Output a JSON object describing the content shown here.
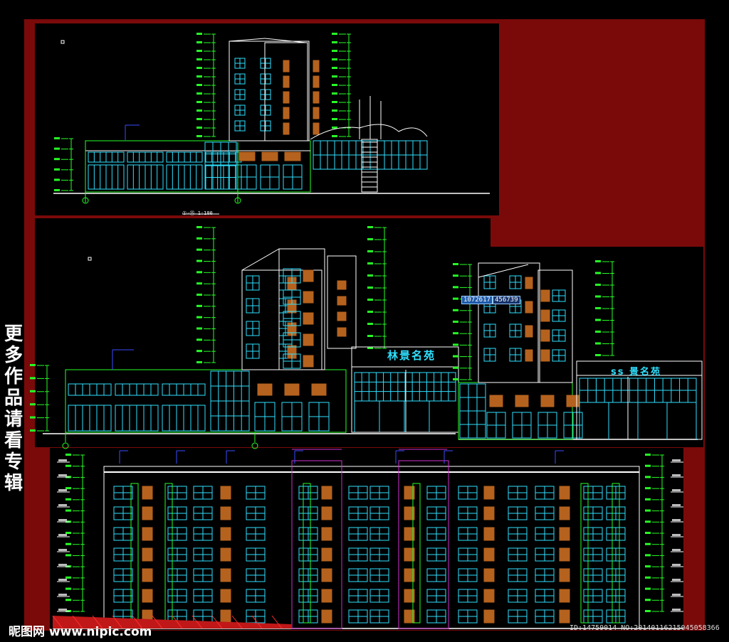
{
  "side_caption": [
    "更",
    "多",
    "作",
    "品",
    "请",
    "看",
    "专",
    "辑"
  ],
  "sign_1": "林景名苑",
  "sign_2": "ss 景名苑",
  "coord_x": "1072617",
  "coord_y": "456739",
  "scale_label": "①-⑮ 1:100",
  "watermark": "昵图网 www.nipic.com",
  "watermark_id": "ID:14759014 NO:20140116215045058366",
  "colors": {
    "frame_red": "#7a0a0a",
    "line_green": "#26ff26",
    "line_cyan": "#2fe0ff",
    "line_white": "#ffffff",
    "window_brown": "#b5621e",
    "line_magenta": "#d030d0",
    "line_blue": "#3a4cff"
  }
}
